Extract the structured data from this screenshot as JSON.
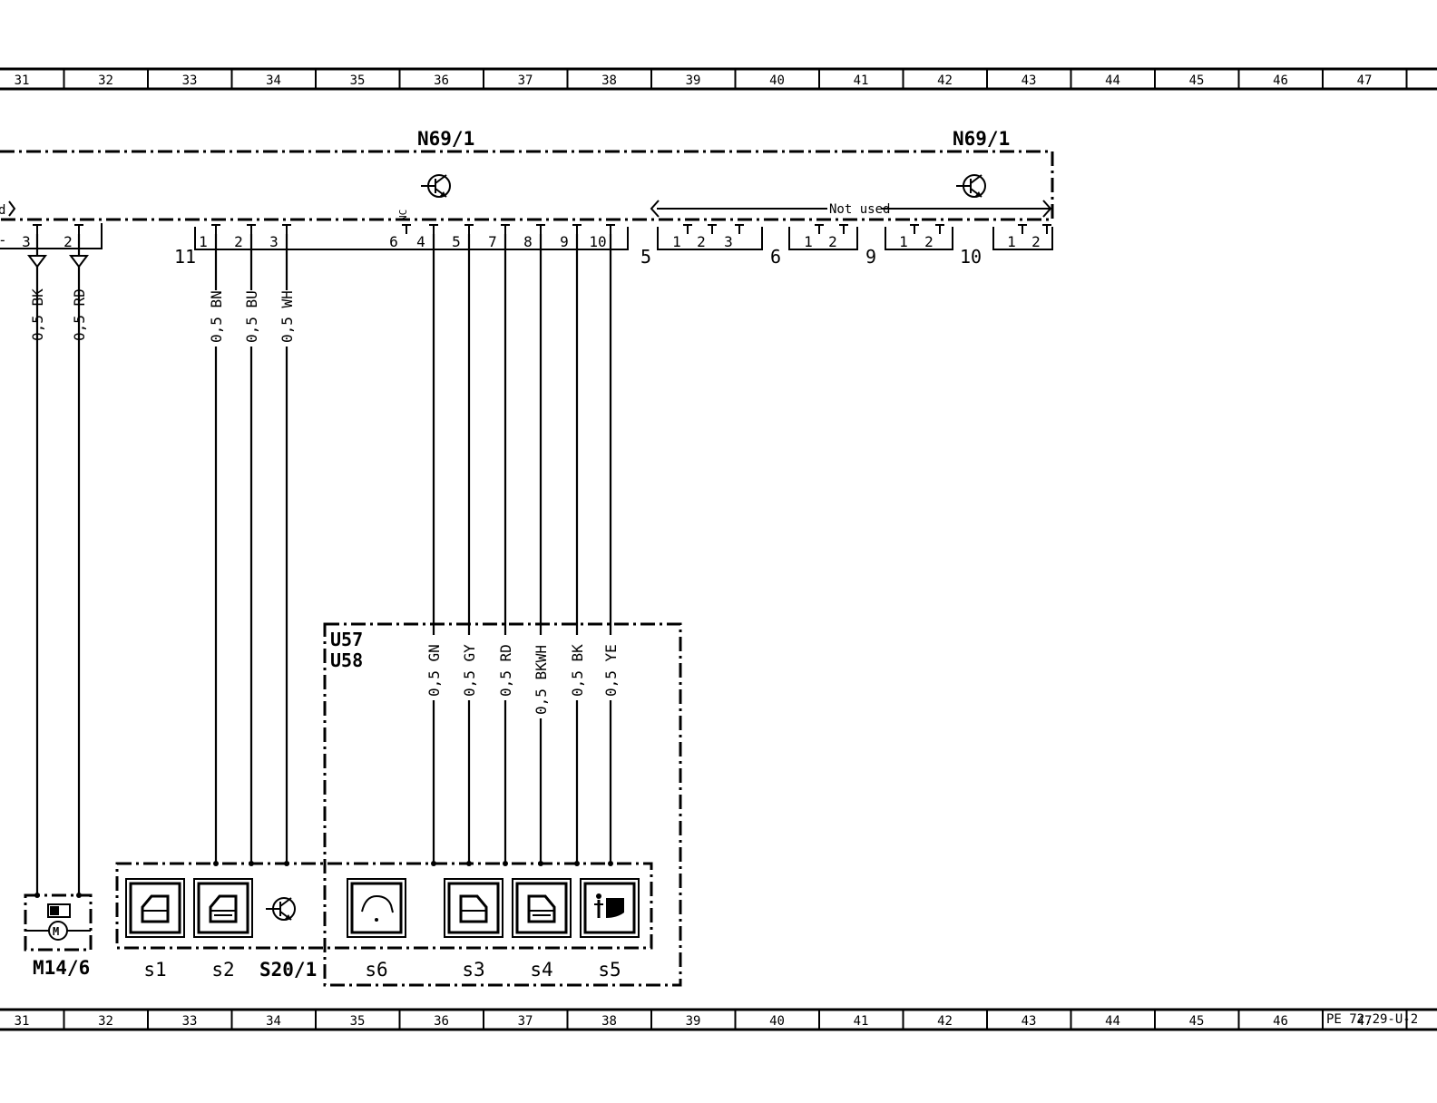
{
  "grid": {
    "columns": [
      "31",
      "32",
      "33",
      "34",
      "35",
      "36",
      "37",
      "38",
      "39",
      "40",
      "41",
      "42",
      "43",
      "44",
      "45",
      "46",
      "47"
    ]
  },
  "labels": {
    "n69_left": "N69/1",
    "n69_right": "N69/1",
    "not_used": "Not used",
    "nc": "NC",
    "left_cut_text": "d",
    "u57": "U57",
    "u58": "U58",
    "m14_6": "M14/6",
    "s20_1": "S20/1",
    "page_ref": "PE 72.29-U-2"
  },
  "left_pins": [
    {
      "num": "3",
      "wire": "0,5 BK"
    },
    {
      "num": "2",
      "wire": "0,5 RD"
    }
  ],
  "connector_11": {
    "name": "11",
    "pins": [
      {
        "num": "1",
        "wire": "0,5 BN"
      },
      {
        "num": "2",
        "wire": "0,5 BU"
      },
      {
        "num": "3",
        "wire": "0,5 WH"
      },
      {
        "num": "6",
        "wire": ""
      },
      {
        "num": "4",
        "wire": "0,5 GN"
      },
      {
        "num": "5",
        "wire": "0,5 GY"
      },
      {
        "num": "7",
        "wire": "0,5 RD"
      },
      {
        "num": "8",
        "wire": "0,5 BKWH"
      },
      {
        "num": "9",
        "wire": "0,5 BK"
      },
      {
        "num": "10",
        "wire": "0,5 YE"
      }
    ]
  },
  "unused_connectors": [
    {
      "name": "5",
      "pins": [
        "1",
        "2",
        "3"
      ]
    },
    {
      "name": "6",
      "pins": [
        "1",
        "2"
      ]
    },
    {
      "name": "9",
      "pins": [
        "1",
        "2"
      ]
    },
    {
      "name": "10",
      "pins": [
        "1",
        "2"
      ]
    }
  ],
  "switches": [
    {
      "name": "s1",
      "icon": "window-front-left-icon"
    },
    {
      "name": "s2",
      "icon": "window-rear-left-icon"
    },
    {
      "name": "s6",
      "icon": "car-interior-light-icon"
    },
    {
      "name": "s3",
      "icon": "window-front-right-icon"
    },
    {
      "name": "s4",
      "icon": "window-rear-right-icon"
    },
    {
      "name": "s5",
      "icon": "child-lock-icon"
    }
  ]
}
